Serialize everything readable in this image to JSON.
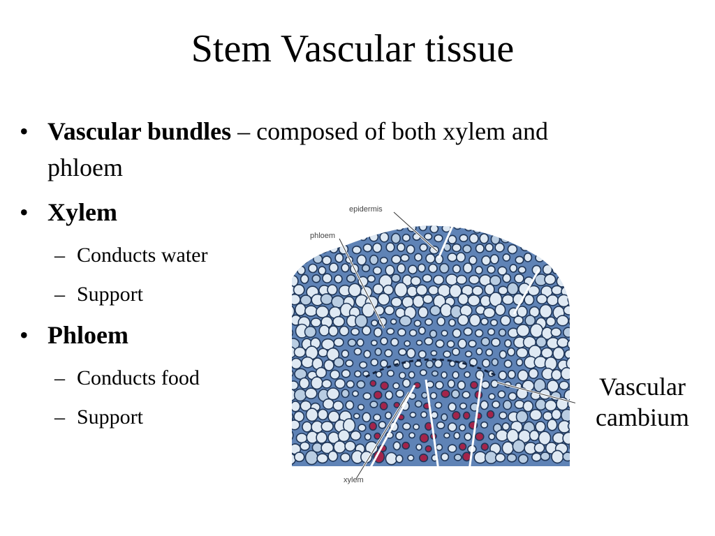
{
  "slide": {
    "title": "Stem Vascular tissue"
  },
  "bullets": [
    {
      "bold": "Vascular bundles",
      "rest": " – composed of both xylem and phloem"
    },
    {
      "bold": "Xylem",
      "subs": [
        "Conducts water",
        "Support"
      ]
    },
    {
      "bold": "Phloem",
      "subs": [
        "Conducts food",
        "Support"
      ]
    }
  ],
  "figure": {
    "labels": {
      "epidermis": "epidermis",
      "phloem": "phloem",
      "xylem": "xylem"
    },
    "callout": "Vascular cambium"
  },
  "colors": {
    "tissue_blue": "#5f83b6",
    "cell_wall": "#1f3658",
    "xylem_red": "#a3244a"
  }
}
